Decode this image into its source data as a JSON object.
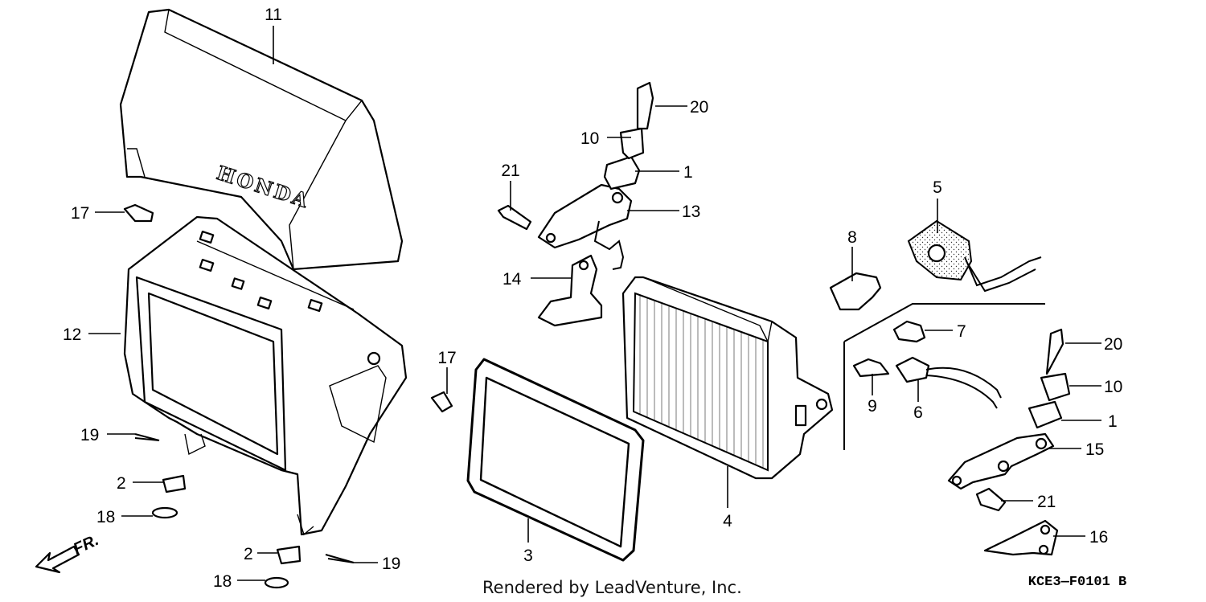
{
  "diagram": {
    "brand_text": "HONDA",
    "credit": "Rendered by LeadVenture, Inc.",
    "drawing_code": "KCE3—F0101 B",
    "front_label": "FR.",
    "callouts": [
      {
        "id": "c11",
        "label": "11"
      },
      {
        "id": "c20a",
        "label": "20"
      },
      {
        "id": "c10a",
        "label": "10"
      },
      {
        "id": "c21a",
        "label": "21"
      },
      {
        "id": "c1a",
        "label": "1"
      },
      {
        "id": "c13",
        "label": "13"
      },
      {
        "id": "c5",
        "label": "5"
      },
      {
        "id": "c17a",
        "label": "17"
      },
      {
        "id": "c8",
        "label": "8"
      },
      {
        "id": "c14",
        "label": "14"
      },
      {
        "id": "c12",
        "label": "12"
      },
      {
        "id": "c7",
        "label": "7"
      },
      {
        "id": "c20b",
        "label": "20"
      },
      {
        "id": "c17b",
        "label": "17"
      },
      {
        "id": "c10b",
        "label": "10"
      },
      {
        "id": "c9",
        "label": "9"
      },
      {
        "id": "c6",
        "label": "6"
      },
      {
        "id": "c1b",
        "label": "1"
      },
      {
        "id": "c19a",
        "label": "19"
      },
      {
        "id": "c15",
        "label": "15"
      },
      {
        "id": "c2a",
        "label": "2"
      },
      {
        "id": "c21b",
        "label": "21"
      },
      {
        "id": "c18a",
        "label": "18"
      },
      {
        "id": "c4",
        "label": "4"
      },
      {
        "id": "c16",
        "label": "16"
      },
      {
        "id": "c2b",
        "label": "2"
      },
      {
        "id": "c3",
        "label": "3"
      },
      {
        "id": "c19b",
        "label": "19"
      },
      {
        "id": "c18b",
        "label": "18"
      }
    ]
  }
}
